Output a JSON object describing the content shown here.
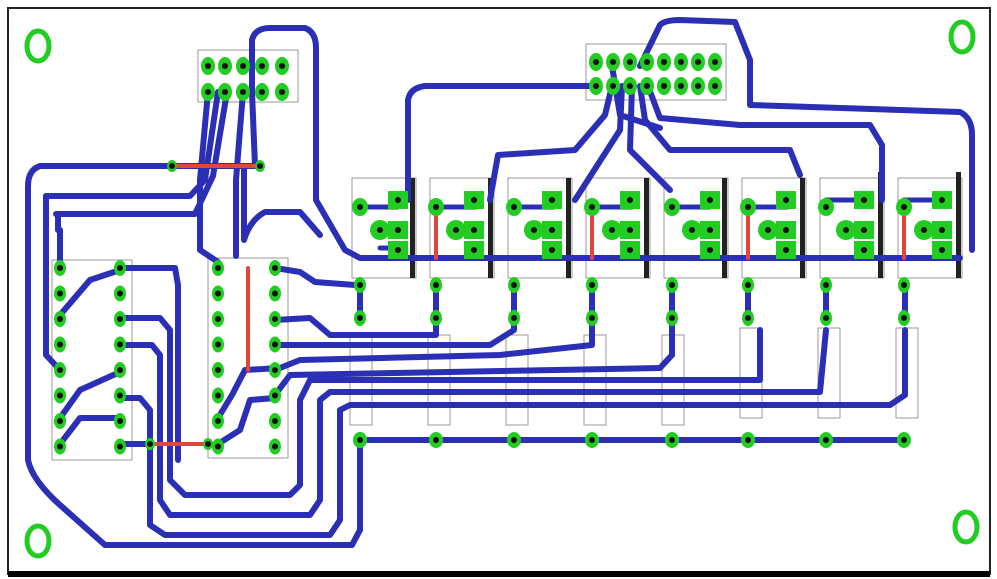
{
  "board": {
    "colors": {
      "background": "#ffffff",
      "bottom_trace": "#2b2fb5",
      "top_trace": "#e0463c",
      "pad_ring": "#22cc22",
      "pad_hole": "#111111",
      "outline": "#888888",
      "border": "#111111"
    },
    "component_count": {
      "relay_channels": 8,
      "dip_ics": 2,
      "mounting_holes": 4,
      "headers": 2
    }
  }
}
